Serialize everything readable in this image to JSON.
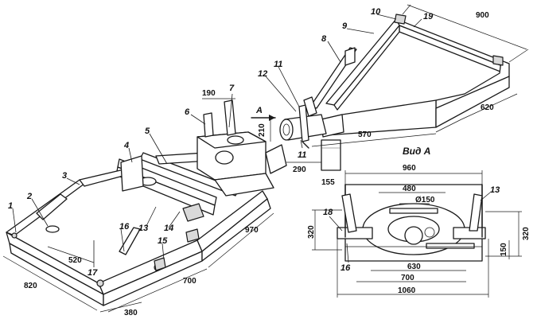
{
  "view_title": "Вид А",
  "view_marker": "А",
  "part_numbers": [
    "1",
    "2",
    "3",
    "4",
    "5",
    "6",
    "7",
    "8",
    "9",
    "10",
    "11",
    "11",
    "12",
    "13",
    "13",
    "14",
    "15",
    "16",
    "16",
    "17",
    "18",
    "19"
  ],
  "dimensions": {
    "d900": "900",
    "d620": "620",
    "d570": "570",
    "d290": "290",
    "d210": "210",
    "d155": "155",
    "d190": "190",
    "d970": "970",
    "d700": "700",
    "d820": "820",
    "d380": "380",
    "d520": "520",
    "a960": "960",
    "a480": "480",
    "a150dia": "Ø150",
    "a320l": "320",
    "a320r": "320",
    "a150": "150",
    "a630": "630",
    "a700": "700",
    "a1060": "1060"
  }
}
